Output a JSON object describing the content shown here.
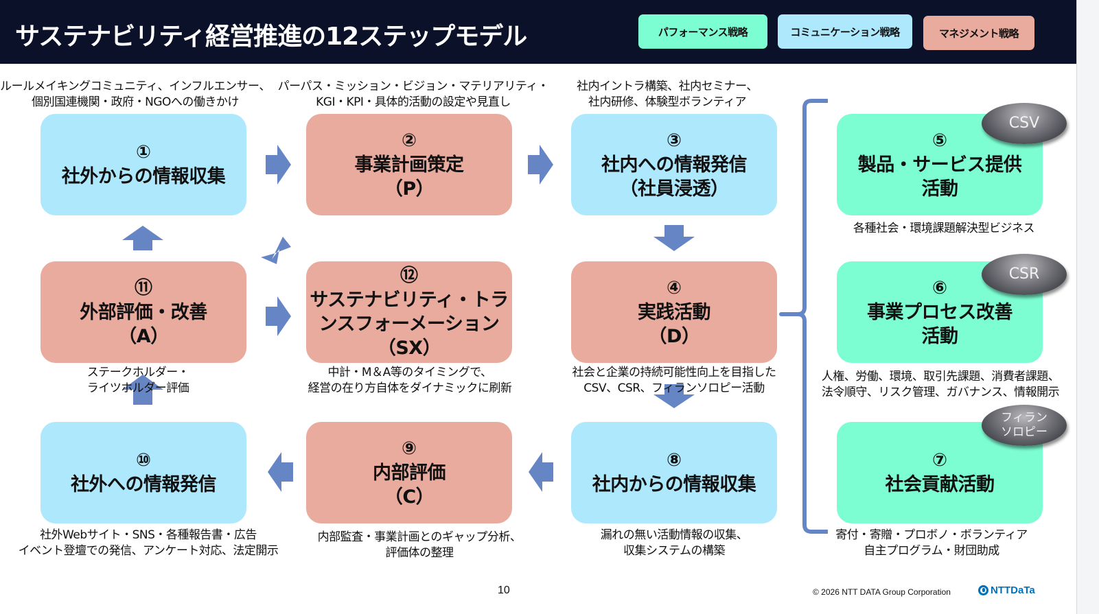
{
  "header": {
    "title": "サステナビリティ経営推進の12ステップモデル",
    "legend": [
      {
        "label": "パフォーマンス戦略",
        "color": "#7dfed2"
      },
      {
        "label": "コミュニケーション戦略",
        "color": "#aee8fd"
      },
      {
        "label": "マネジメント戦略",
        "color": "#e8ab9d"
      }
    ]
  },
  "steps": [
    {
      "num": "①",
      "label": "社外からの情報収集",
      "caption": "ルールメイキングコミュニティ、インフルエンサー、\n個別国連機関・政府・NGOへの働きかけ",
      "strategy": "コミュニケーション戦略"
    },
    {
      "num": "②",
      "label": "事業計画策定\n（P）",
      "caption": "パーパス・ミッション・ビジョン・マテリアリティ・\nKGI・KPI・具体的活動の設定や見直し",
      "strategy": "マネジメント戦略"
    },
    {
      "num": "③",
      "label": "社内への情報発信\n（社員浸透）",
      "caption": "社内イントラ構築、社内セミナー、\n社内研修、体験型ボランティア",
      "strategy": "コミュニケーション戦略"
    },
    {
      "num": "④",
      "label": "実践活動\n（D）",
      "caption": "社会と企業の持続可能性向上を目指した\nCSV、CSR、フィランソロピー活動",
      "strategy": "マネジメント戦略"
    },
    {
      "num": "⑤",
      "label": "製品・サービス提供\n活動",
      "caption": "各種社会・環境課題解決型ビジネス",
      "badge": "CSV",
      "strategy": "パフォーマンス戦略"
    },
    {
      "num": "⑥",
      "label": "事業プロセス改善\n活動",
      "caption": "人権、労働、環境、取引先課題、消費者課題、\n法令順守、リスク管理、ガバナンス、情報開示",
      "badge": "CSR",
      "strategy": "パフォーマンス戦略"
    },
    {
      "num": "⑦",
      "label": "社会貢献活動",
      "caption": "寄付・寄贈・プロボノ・ボランティア\n自主プログラム・財団助成",
      "badge": "フィラン\nソロピー",
      "strategy": "パフォーマンス戦略"
    },
    {
      "num": "⑧",
      "label": "社内からの情報収集",
      "caption": "漏れの無い活動情報の収集、\n収集システムの構築",
      "strategy": "コミュニケーション戦略"
    },
    {
      "num": "⑨",
      "label": "内部評価\n（C）",
      "caption": "内部監査・事業計画とのギャップ分析、\n評価体の整理",
      "strategy": "マネジメント戦略"
    },
    {
      "num": "⑩",
      "label": "社外への情報発信",
      "caption": "社外Webサイト・SNS・各種報告書・広告\nイベント登壇での発信、アンケート対応、法定開示",
      "strategy": "コミュニケーション戦略"
    },
    {
      "num": "⑪",
      "label": "外部評価・改善\n（A）",
      "caption": "ステークホルダー・\nライツホルダー評価",
      "strategy": "マネジメント戦略"
    },
    {
      "num": "⑫",
      "label": "サステナビリティ・トラ\nンスフォーメーション\n（SX）",
      "caption": "中計・M＆A等のタイミングで、\n経営の在り方自体をダイナミックに刷新",
      "strategy": "マネジメント戦略"
    }
  ],
  "footer": {
    "page_number": "10",
    "copyright": "© 2026 NTT DATA Group Corporation",
    "logo_text": "NTTDaTa"
  }
}
